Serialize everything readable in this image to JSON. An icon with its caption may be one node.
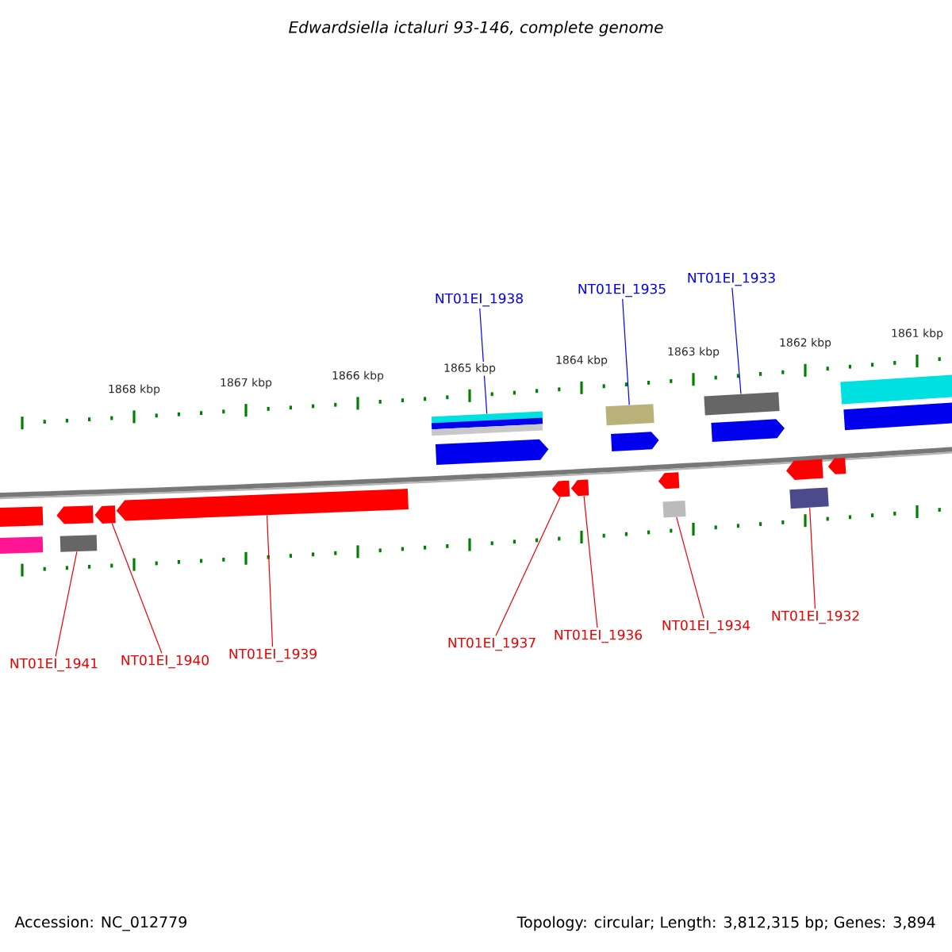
{
  "diagram": {
    "title": "Edwardsiella ictaluri 93-146, complete genome",
    "nodes": [
      {
        "text": [
          "NT01EI_1938"
        ]
      },
      {
        "text": [
          "NT01EI_1935"
        ]
      },
      {
        "text": [
          "NT01EI_1933"
        ]
      },
      {
        "text": [
          "NT01EI_1941"
        ]
      },
      {
        "text": [
          "NT01EI_1940"
        ]
      },
      {
        "text": [
          "NT01EI_1939"
        ]
      },
      {
        "text": [
          "NT01EI_1937"
        ]
      },
      {
        "text": [
          "NT01EI_1936"
        ]
      },
      {
        "text": [
          "NT01EI_1934"
        ]
      },
      {
        "text": [
          "NT01EI_1932"
        ]
      },
      {
        "text": [],
        "shape": "box"
      },
      {
        "text": [],
        "shape": "box"
      },
      {
        "text": [],
        "shape": "arrow"
      },
      {
        "text": [],
        "shape": "box"
      },
      {
        "text": [],
        "shape": "arrow"
      },
      {
        "text": [],
        "shape": "arrow"
      },
      {
        "text": [],
        "shape": "box"
      },
      {
        "text": [],
        "shape": "box"
      },
      {
        "text": [],
        "shape": "box"
      },
      {
        "text": [],
        "shape": "arrow"
      },
      {
        "text": [],
        "shape": "arrow"
      },
      {
        "text": [],
        "shape": "arrow"
      },
      {
        "text": [],
        "shape": "box"
      },
      {
        "text": [],
        "shape": "arrow"
      },
      {
        "text": [],
        "shape": "arrow"
      },
      {
        "text": [],
        "shape": "box"
      },
      {
        "text": [],
        "shape": "box"
      },
      {
        "text": [],
        "shape": "arrow"
      },
      {
        "text": [],
        "shape": "arrow"
      },
      {
        "text": [],
        "shape": "box"
      },
      {
        "text": [],
        "shape": "arrow"
      },
      {
        "text": [],
        "shape": "box"
      },
      {
        "text": [],
        "shape": "box"
      }
    ],
    "edges": [
      {
        "from": 0,
        "to": 16,
        "arrow": "none",
        "color": "#0000ff"
      },
      {
        "from": 1,
        "to": 22,
        "arrow": "none",
        "color": "#0000ff"
      },
      {
        "from": 2,
        "to": 26,
        "arrow": "none",
        "color": "#0000ff"
      },
      {
        "from": 3,
        "to": 13,
        "arrow": "none"
      },
      {
        "from": 4,
        "to": 14,
        "arrow": "none"
      },
      {
        "from": 5,
        "to": 15,
        "arrow": "none"
      },
      {
        "from": 6,
        "to": 20,
        "arrow": "none"
      },
      {
        "from": 7,
        "to": 21,
        "arrow": "none"
      },
      {
        "from": 8,
        "to": 25,
        "arrow": "none"
      },
      {
        "from": 9,
        "to": 29,
        "arrow": "none"
      }
    ],
    "labels": [
      "1868 kbp",
      "1867 kbp",
      "1866 kbp",
      "1865 kbp",
      "1864 kbp",
      "1863 kbp",
      "1862 kbp",
      "1861 kbp",
      "Accession: NC_012779",
      "Topology: circular; Length: 3,812,315 bp; Genes: 3,894"
    ]
  }
}
